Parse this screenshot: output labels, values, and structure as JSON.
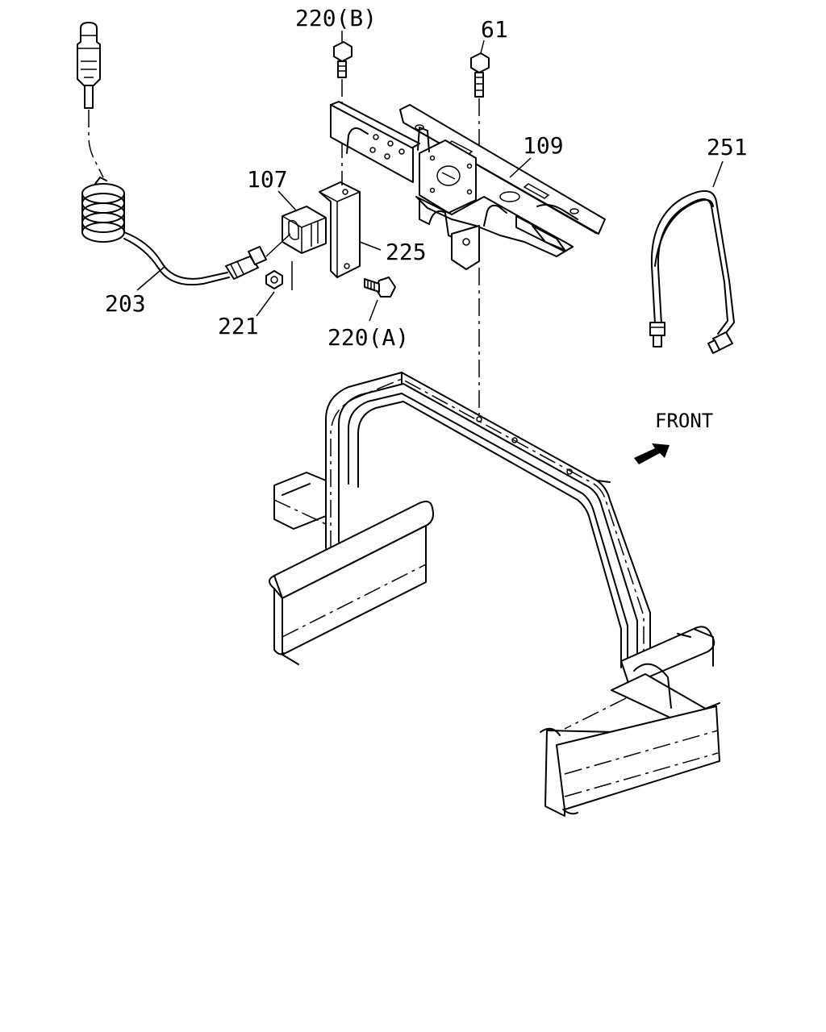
{
  "labels": {
    "p220b": "220(B)",
    "p61": "61",
    "p109": "109",
    "p251": "251",
    "p107": "107",
    "p225": "225",
    "p203": "203",
    "p221": "221",
    "p220a": "220(A)",
    "front": "FRONT"
  },
  "icons": {
    "front_arrow": "front-arrow-icon"
  }
}
